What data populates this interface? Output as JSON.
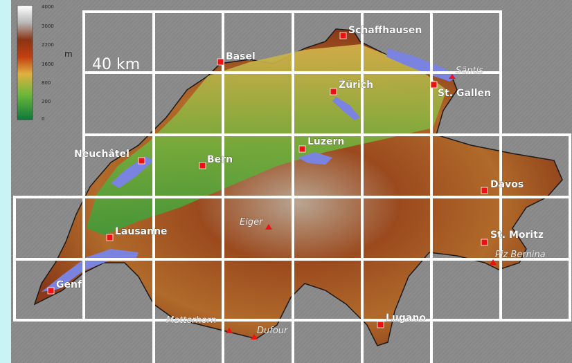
{
  "legend": {
    "ticks": [
      "4000",
      "3000",
      "2200",
      "1600",
      "800",
      "200",
      "0"
    ],
    "unit": "m"
  },
  "scale": {
    "label": "40 km"
  },
  "cities": [
    {
      "id": "basel",
      "name": "Basel"
    },
    {
      "id": "schaffhausen",
      "name": "Schaffhausen"
    },
    {
      "id": "zurich",
      "name": "Zürich"
    },
    {
      "id": "st-gallen",
      "name": "St. Gallen"
    },
    {
      "id": "neuchatel",
      "name": "Neuchâtel"
    },
    {
      "id": "bern",
      "name": "Bern"
    },
    {
      "id": "luzern",
      "name": "Luzern"
    },
    {
      "id": "davos",
      "name": "Davos"
    },
    {
      "id": "lausanne",
      "name": "Lausanne"
    },
    {
      "id": "st-moritz",
      "name": "St. Moritz"
    },
    {
      "id": "genf",
      "name": "Genf"
    },
    {
      "id": "lugano",
      "name": "Lugano"
    }
  ],
  "peaks": [
    {
      "id": "santis",
      "name": "Säntis"
    },
    {
      "id": "eiger",
      "name": "Eiger"
    },
    {
      "id": "piz-bernina",
      "name": "Piz Bernina"
    },
    {
      "id": "matterhorn",
      "name": "Matterhorn"
    },
    {
      "id": "dufour",
      "name": "Dufour"
    }
  ],
  "colors": {
    "background": "#c8f4f6",
    "lake": "#7b83e0",
    "city_marker": "#ee1111",
    "grid": "#ffffff",
    "border": "#1a1a1a"
  }
}
